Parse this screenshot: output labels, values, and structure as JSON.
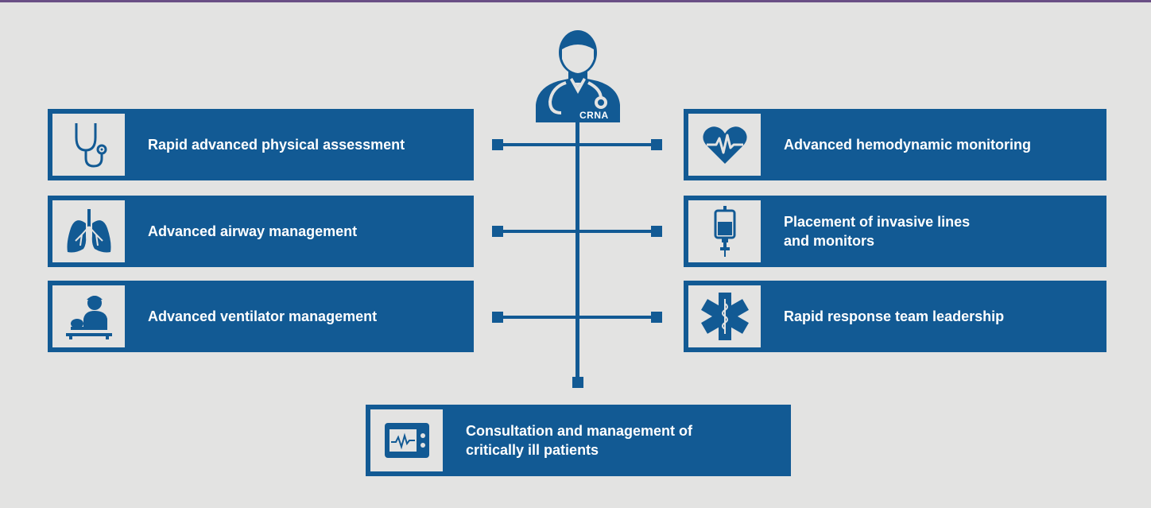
{
  "center": {
    "badge": "CRNA"
  },
  "items": {
    "left": [
      {
        "label": "Rapid advanced physical assessment",
        "icon": "stethoscope-icon"
      },
      {
        "label": "Advanced airway management",
        "icon": "lungs-icon"
      },
      {
        "label": "Advanced ventilator management",
        "icon": "clinician-patient-icon"
      }
    ],
    "right": [
      {
        "label": "Advanced hemodynamic monitoring",
        "icon": "heart-pulse-icon"
      },
      {
        "label": "Placement of invasive lines\nand monitors",
        "icon": "iv-bag-icon"
      },
      {
        "label": "Rapid response team leadership",
        "icon": "star-of-life-icon"
      }
    ],
    "bottom": {
      "label": "Consultation and management of\ncritically ill patients",
      "icon": "monitor-icon"
    }
  },
  "colors": {
    "primary": "#125a94",
    "background": "#e3e3e2",
    "accent_bar": "#6a4f85"
  }
}
